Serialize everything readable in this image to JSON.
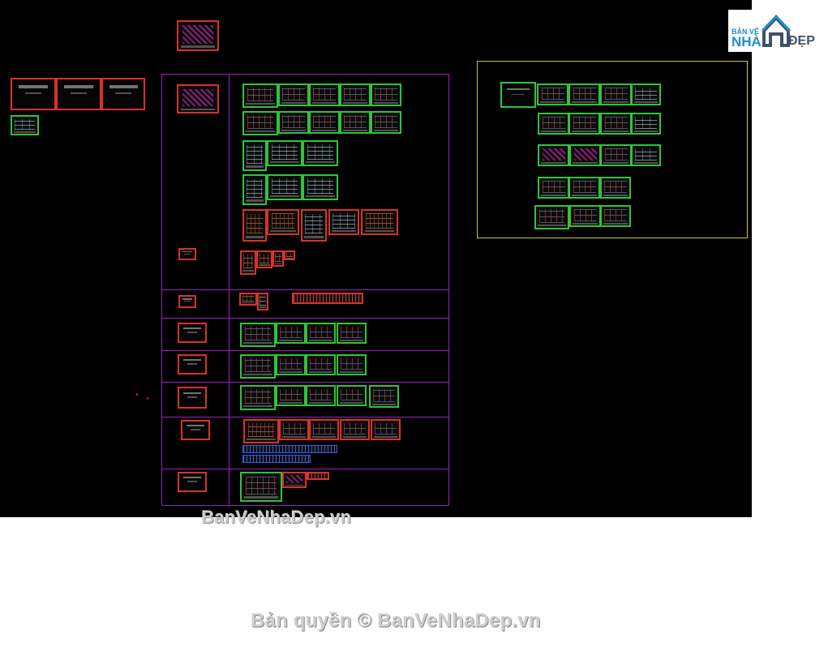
{
  "logo": {
    "line1": "BẢN VẼ",
    "line2": "NHÀ",
    "line3": "ĐẸP",
    "icon": "house-icon"
  },
  "watermarks": {
    "site": "BanVeNhaDep.vn",
    "copyright": "Bản quyền © BanVeNhaDep.vn"
  },
  "colors": {
    "canvas": "#000000",
    "frame_red": "#d8322a",
    "frame_green": "#2fc43a",
    "group_purple": "#9b1fbf",
    "group_yellow": "#c9cc2a",
    "logo_blue": "#1d8fd0"
  }
}
